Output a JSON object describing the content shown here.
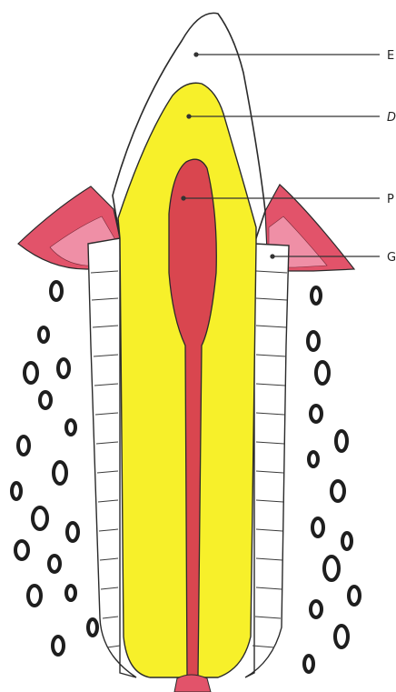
{
  "labels": {
    "enamel": "E",
    "dentin": "D",
    "pulp": "P",
    "gum": "G"
  },
  "colors": {
    "enamel": "#ffffff",
    "dentin": "#f7f02a",
    "pulp": "#d9464f",
    "gum": "#e2536a",
    "gum_light": "#ef8fa6",
    "outline": "#2a2a2a",
    "leader": "#333333",
    "background": "#ffffff"
  }
}
